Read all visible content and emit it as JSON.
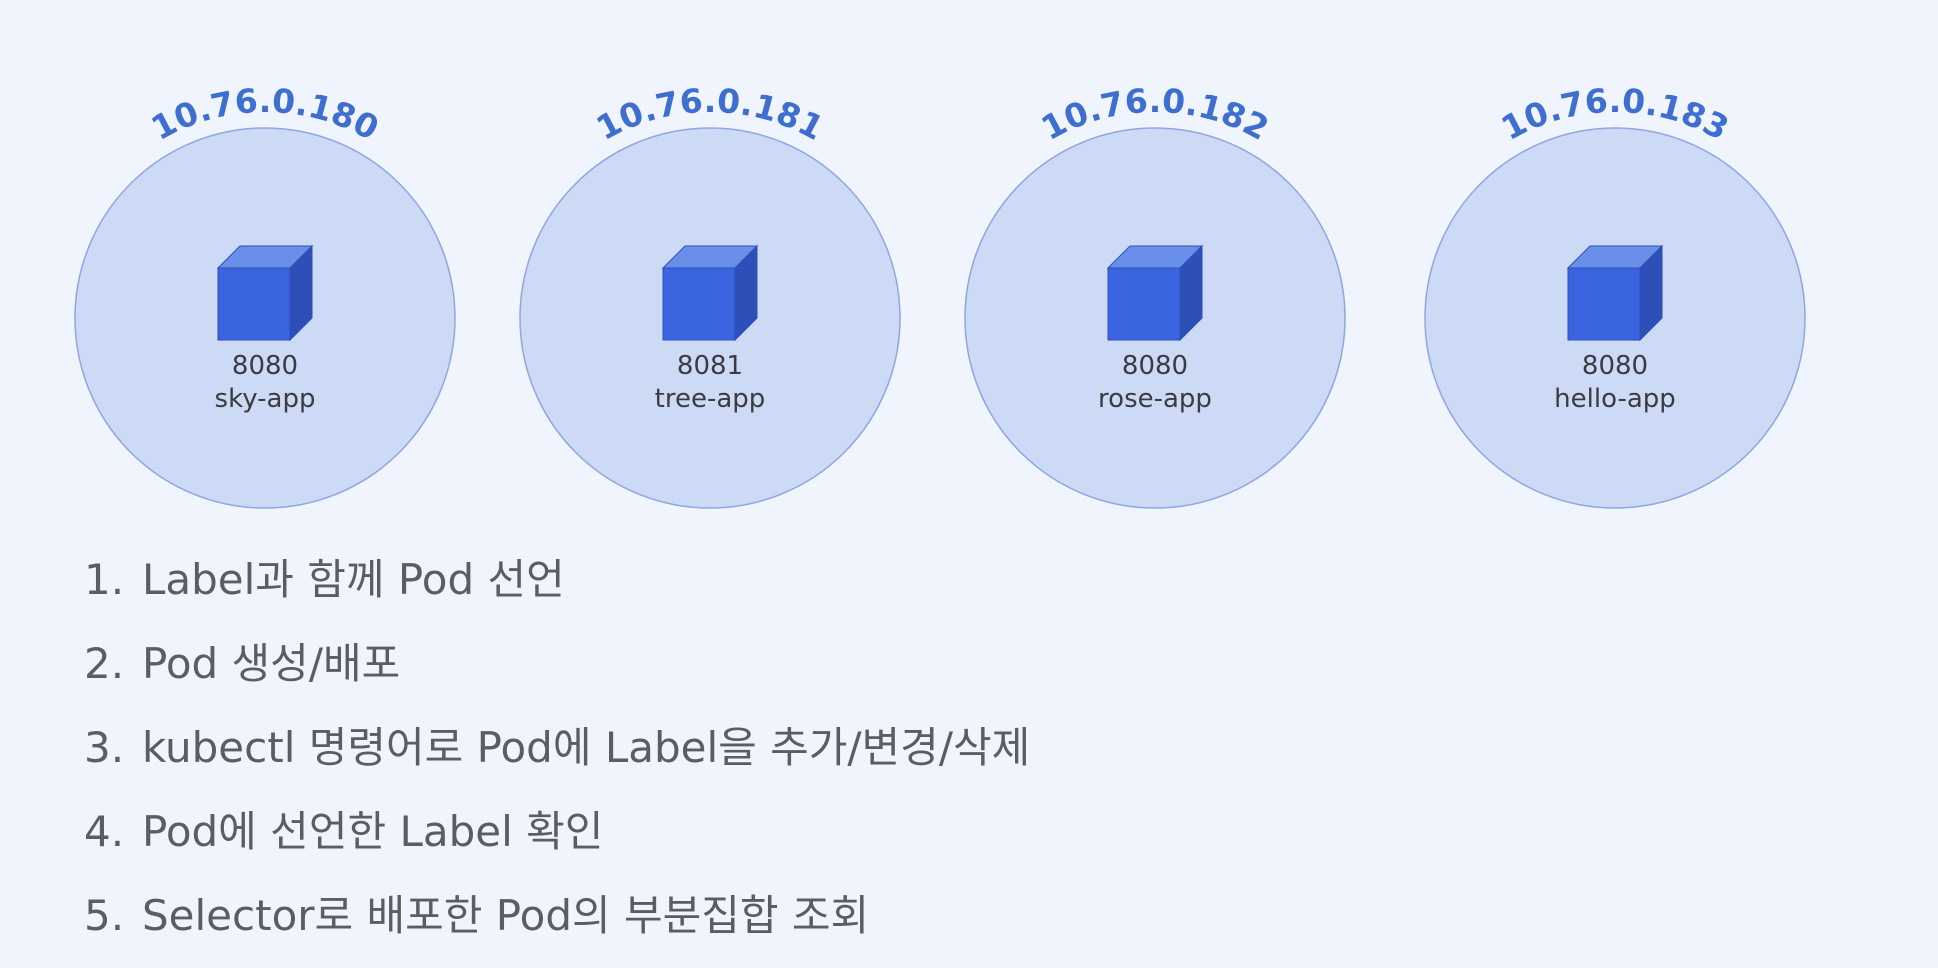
{
  "pods": [
    {
      "ip": "10.76.0.180",
      "port": "8080",
      "name": "sky-app"
    },
    {
      "ip": "10.76.0.181",
      "port": "8081",
      "name": "tree-app"
    },
    {
      "ip": "10.76.0.182",
      "port": "8080",
      "name": "rose-app"
    },
    {
      "ip": "10.76.0.183",
      "port": "8080",
      "name": "hello-app"
    }
  ],
  "steps": [
    {
      "num": "1.",
      "text": "Label과 함께 Pod 선언"
    },
    {
      "num": "2.",
      "text": "Pod 생성/배포"
    },
    {
      "num": "3.",
      "text": "kubectl 명령어로 Pod에 Label을 추가/변경/삭제"
    },
    {
      "num": "4.",
      "text": "Pod에 선언한 Label 확인"
    },
    {
      "num": "5.",
      "text": "Selector로 배포한 Pod의 부분집합 조회"
    }
  ],
  "colors": {
    "background": "#eff4fd",
    "circle_fill": "#ccdaf5",
    "circle_stroke": "#8ea6e2",
    "ip_text": "#3e6ed0",
    "cube_front": "#3b65e0",
    "cube_top": "#6a8fe9",
    "cube_side": "#2c4fb8",
    "pod_text": "#3a3c42",
    "step_text": "#5a5d64"
  }
}
